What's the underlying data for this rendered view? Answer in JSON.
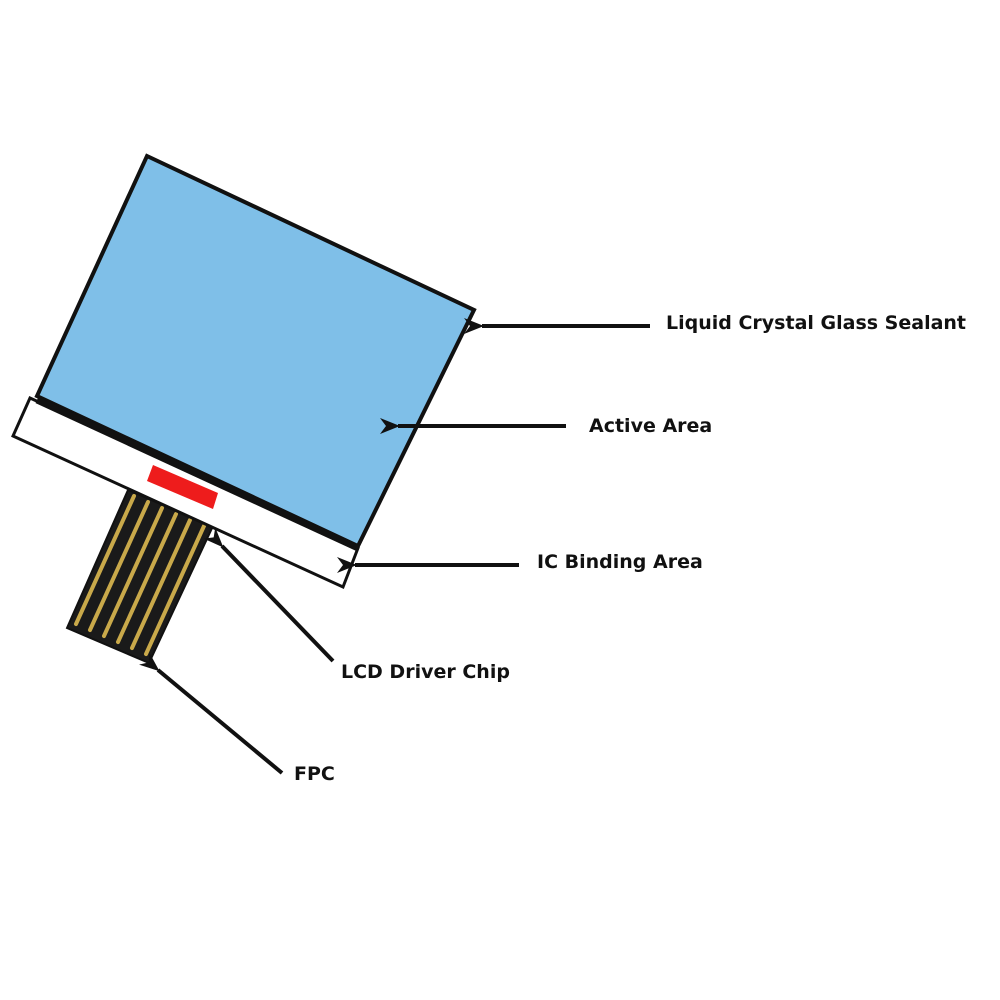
{
  "colors": {
    "active_area": "#7fbfe8",
    "binding_area": "#ffffff",
    "driver_chip": "#ee1c1c",
    "fpc_base": "#1a1a1a",
    "fpc_traces": "#c9a94a",
    "outline": "#111111"
  },
  "labels": {
    "sealant": "Liquid Crystal Glass Sealant",
    "active_area": "Active Area",
    "ic_binding_area": "IC Binding Area",
    "driver_chip": "LCD Driver Chip",
    "fpc": "FPC"
  }
}
